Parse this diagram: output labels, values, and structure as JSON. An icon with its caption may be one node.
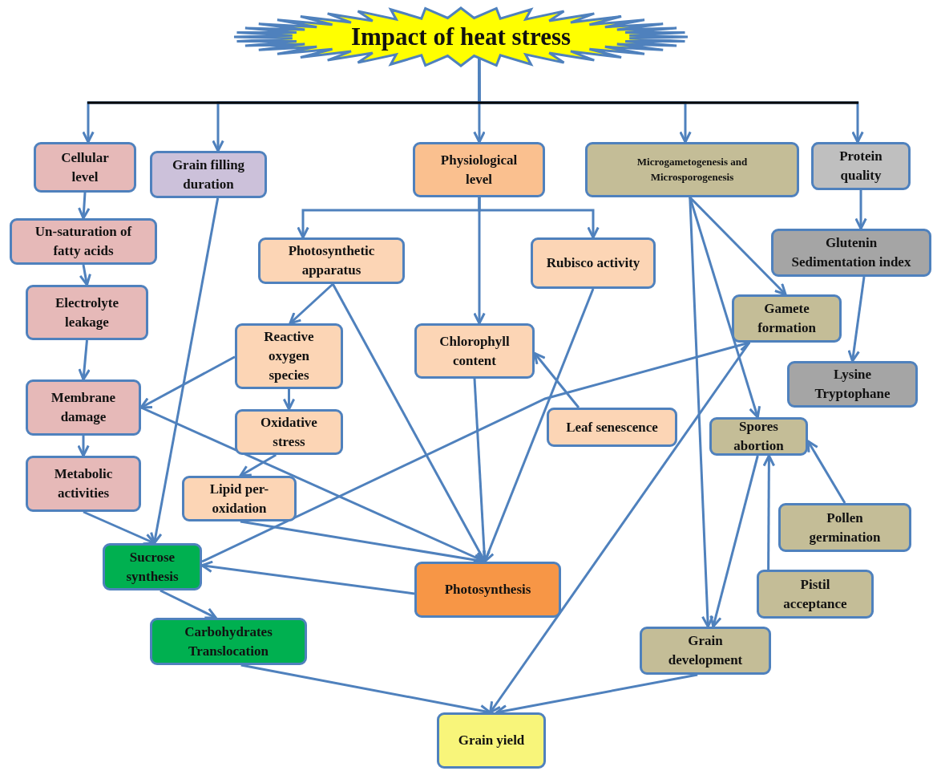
{
  "diagram": {
    "nodes": [
      {
        "text": [
          "Impact of heat stress"
        ]
      },
      {
        "text": [
          "Cellular level"
        ]
      },
      {
        "text": [
          "Grain filling duration"
        ]
      },
      {
        "text": [
          "Physiological level"
        ]
      },
      {
        "text": [
          "Microgametogenesis and Microsporogenesis"
        ]
      },
      {
        "text": [
          "Protein quality"
        ]
      },
      {
        "text": [
          "Un-saturation of fatty acids"
        ]
      },
      {
        "text": [
          "Glutenin Sedimentation index"
        ]
      },
      {
        "text": [
          "Photosynthetic apparatus"
        ]
      },
      {
        "text": [
          "Rubisco activity"
        ]
      },
      {
        "text": [
          "Electrolyte leakage"
        ]
      },
      {
        "text": [
          "Gamete formation"
        ]
      },
      {
        "text": [
          "Reactive oxygen species"
        ]
      },
      {
        "text": [
          "Chlorophyll content"
        ]
      },
      {
        "text": [
          "Lysine Tryptophane"
        ]
      },
      {
        "text": [
          "Membrane damage"
        ]
      },
      {
        "text": [
          "Oxidative stress"
        ]
      },
      {
        "text": [
          "Leaf senescence"
        ]
      },
      {
        "text": [
          "Spores abortion"
        ]
      },
      {
        "text": [
          "Metabolic activities"
        ]
      },
      {
        "text": [
          "Lipid per-oxidation"
        ]
      },
      {
        "text": [
          "Pollen germination"
        ]
      },
      {
        "text": [
          "Sucrose synthesis"
        ]
      },
      {
        "text": [
          "Photosynthesis"
        ]
      },
      {
        "text": [
          "Pistil acceptance"
        ]
      },
      {
        "text": [
          "Carbohydrates Translocation"
        ]
      },
      {
        "text": [
          "Grain development"
        ]
      },
      {
        "text": [
          "Grain yield"
        ]
      }
    ],
    "edges": [
      {
        "from": 0,
        "to": 1,
        "arrow": "to"
      },
      {
        "from": 0,
        "to": 2,
        "arrow": "to"
      },
      {
        "from": 0,
        "to": 3,
        "arrow": "to"
      },
      {
        "from": 0,
        "to": 4,
        "arrow": "to"
      },
      {
        "from": 0,
        "to": 5,
        "arrow": "to"
      },
      {
        "from": 1,
        "to": 6,
        "arrow": "to"
      },
      {
        "from": 6,
        "to": 10,
        "arrow": "to"
      },
      {
        "from": 10,
        "to": 15,
        "arrow": "to"
      },
      {
        "from": 15,
        "to": 19,
        "arrow": "to"
      },
      {
        "from": 2,
        "to": 22,
        "arrow": "to"
      },
      {
        "from": 3,
        "to": 8,
        "arrow": "to"
      },
      {
        "from": 3,
        "to": 9,
        "arrow": "to"
      },
      {
        "from": 3,
        "to": 13,
        "arrow": "to"
      },
      {
        "from": 8,
        "to": 12,
        "arrow": "to"
      },
      {
        "from": 8,
        "to": 23,
        "arrow": "to"
      },
      {
        "from": 9,
        "to": 23,
        "arrow": "to"
      },
      {
        "from": 12,
        "to": 15,
        "arrow": "to"
      },
      {
        "from": 12,
        "to": 16,
        "arrow": "to"
      },
      {
        "from": 16,
        "to": 20,
        "arrow": "to"
      },
      {
        "from": 15,
        "to": 23,
        "arrow": "to"
      },
      {
        "from": 19,
        "to": 22,
        "arrow": "to"
      },
      {
        "from": 20,
        "to": 23,
        "arrow": "to"
      },
      {
        "from": 13,
        "to": 23,
        "arrow": "to"
      },
      {
        "from": 17,
        "to": 13,
        "arrow": "to"
      },
      {
        "from": 23,
        "to": 22,
        "arrow": "to"
      },
      {
        "from": 22,
        "to": 11,
        "arrow": "to"
      },
      {
        "from": 11,
        "to": 27,
        "arrow": "to"
      },
      {
        "from": 4,
        "to": 11,
        "arrow": "to"
      },
      {
        "from": 4,
        "to": 18,
        "arrow": "to"
      },
      {
        "from": 4,
        "to": 26,
        "arrow": "to"
      },
      {
        "from": 5,
        "to": 7,
        "arrow": "to"
      },
      {
        "from": 7,
        "to": 14,
        "arrow": "to"
      },
      {
        "from": 18,
        "to": 26,
        "arrow": "to"
      },
      {
        "from": 21,
        "to": 18,
        "arrow": "to"
      },
      {
        "from": 24,
        "to": 18,
        "arrow": "to"
      },
      {
        "from": 22,
        "to": 25,
        "arrow": "to"
      },
      {
        "from": 25,
        "to": 27,
        "arrow": "to"
      },
      {
        "from": 26,
        "to": 27,
        "arrow": "to"
      }
    ]
  }
}
